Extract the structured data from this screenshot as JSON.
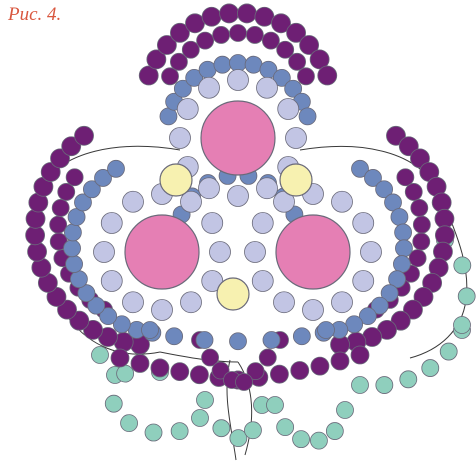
{
  "figure": {
    "step_label": "Рис. 4."
  },
  "colors": {
    "background": "#ffffff",
    "thread": "#3a3a3a",
    "label": "#d9573f",
    "bead_outline": "#6a6a7a",
    "purple_bead": "#6e1f74",
    "blue_bead": "#6d88bd",
    "lavender_bead": "#c2c5e4",
    "cream_bead": "#f7f1b0",
    "pink_bead": "#e57fb4",
    "teal_bead": "#8fcfbd"
  },
  "bead_types": [
    {
      "name": "purple-bead",
      "color": "#6e1f74"
    },
    {
      "name": "blue-bead",
      "color": "#6d88bd"
    },
    {
      "name": "lavender-bead",
      "color": "#c2c5e4"
    },
    {
      "name": "cream-bead",
      "color": "#f7f1b0"
    },
    {
      "name": "pink-bead",
      "color": "#e57fb4"
    },
    {
      "name": "teal-bead",
      "color": "#8fcfbd"
    }
  ]
}
